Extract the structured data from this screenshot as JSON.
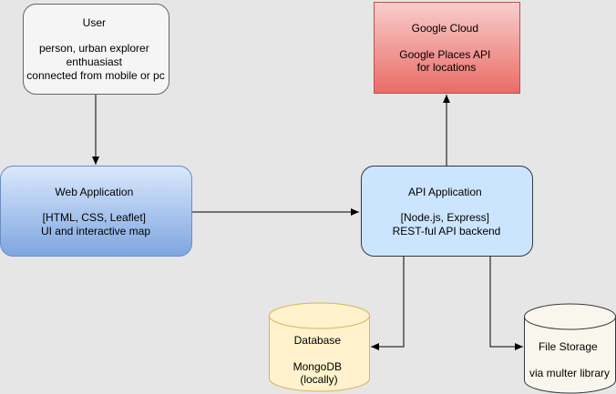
{
  "nodes": {
    "user": {
      "lines": [
        "User",
        "",
        "person, urban explorer",
        "enthuasiast",
        "connected from mobile or pc"
      ],
      "fill": "#f5f5f5",
      "stroke": "#666666"
    },
    "google_cloud": {
      "lines": [
        "Google Cloud",
        "",
        "Google Places API",
        "for locations"
      ],
      "fill_top": "#f8cecc",
      "fill_bottom": "#ea6b66",
      "stroke": "#b85450"
    },
    "web_app": {
      "lines": [
        "Web Application",
        "",
        "[HTML, CSS, Leaflet]",
        "UI and interactive map"
      ],
      "fill_top": "#dae8fc",
      "fill_bottom": "#7ea6e0",
      "stroke": "#6c8ebf"
    },
    "api_app": {
      "lines": [
        "API Application",
        "",
        "[Node.js, Express]",
        "REST-ful API backend"
      ],
      "fill": "#cce5ff",
      "stroke": "#36393d"
    },
    "database": {
      "lines": [
        "Database",
        "",
        "MongoDB",
        "(locally)"
      ],
      "fill": "#fff2cc",
      "stroke": "#d6b656"
    },
    "file_storage": {
      "lines": [
        "File Storage",
        "",
        "via multer library"
      ],
      "fill": "#f9f7ed",
      "stroke": "#36393d"
    }
  },
  "edges": [
    {
      "from": "user",
      "to": "web_app"
    },
    {
      "from": "web_app",
      "to": "api_app"
    },
    {
      "from": "api_app",
      "to": "google_cloud"
    },
    {
      "from": "api_app",
      "to": "database"
    },
    {
      "from": "api_app",
      "to": "file_storage"
    }
  ]
}
